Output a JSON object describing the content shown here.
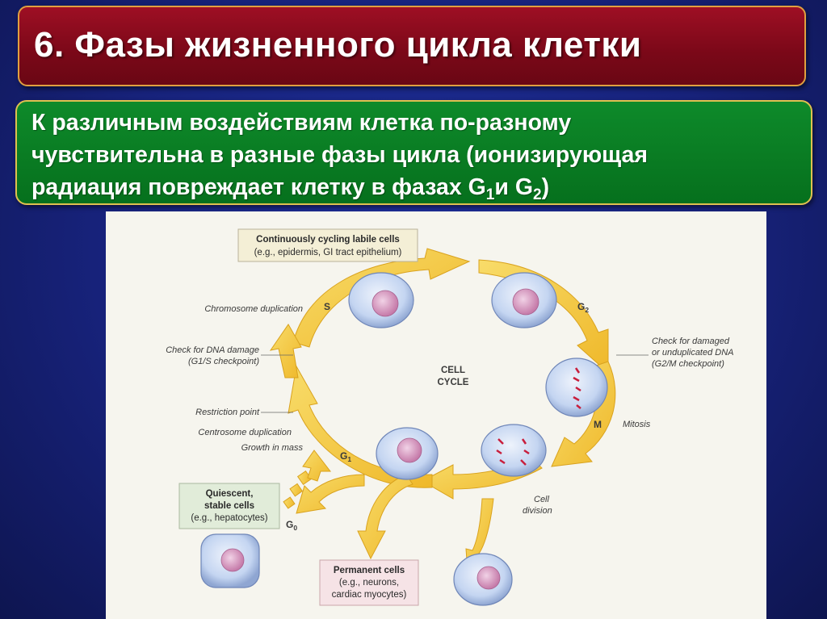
{
  "slide": {
    "title": "6. Фазы жизненного цикла клетки",
    "note": {
      "line1": "К различным воздействиям клетка по-разному",
      "line2": "чувствительна в разные фазы цикла (ионизирующая",
      "line3_prefix": "радиация повреждает клетку в фазах G",
      "sub1": "1",
      "mid": "и G",
      "sub2": "2",
      "suffix": ")"
    }
  },
  "diagram": {
    "labile_box": {
      "line1": "Continuously cycling labile cells",
      "line2": "(e.g., epidermis, GI tract epithelium)"
    },
    "quiescent_box": {
      "line1": "Quiescent,",
      "line2": "stable cells",
      "line3": "(e.g., hepatocytes)"
    },
    "permanent_box": {
      "line1": "Permanent cells",
      "line2": "(e.g., neurons,",
      "line3": "cardiac myocytes)"
    },
    "center": {
      "line1": "CELL",
      "line2": "CYCLE"
    },
    "phases": {
      "s": "S",
      "g2": "G",
      "g2_sub": "2",
      "m": "M",
      "g1": "G",
      "g1_sub": "1",
      "g0": "G",
      "g0_sub": "0"
    },
    "annotations": {
      "chromosome_duplication": "Chromosome duplication",
      "check_dna_1": "Check for DNA damage",
      "check_dna_2": "(G1/S checkpoint)",
      "restriction_point": "Restriction point",
      "centrosome_duplication": "Centrosome duplication",
      "growth_in_mass": "Growth in mass",
      "check_damaged_1": "Check for damaged",
      "check_damaged_2": "or unduplicated DNA",
      "check_damaged_3": "(G2/M checkpoint)",
      "mitosis": "Mitosis",
      "cell_division_1": "Cell",
      "cell_division_2": "division"
    }
  },
  "colors": {
    "background": "#17227a",
    "title_fill": "#8a0c1e",
    "note_fill": "#0a7d24",
    "frame_border": "#e0b040",
    "arrow_yellow": "#f2c53a",
    "cell_blue": "#c9d8f2",
    "nucleus_pink": "#d89fc4"
  }
}
